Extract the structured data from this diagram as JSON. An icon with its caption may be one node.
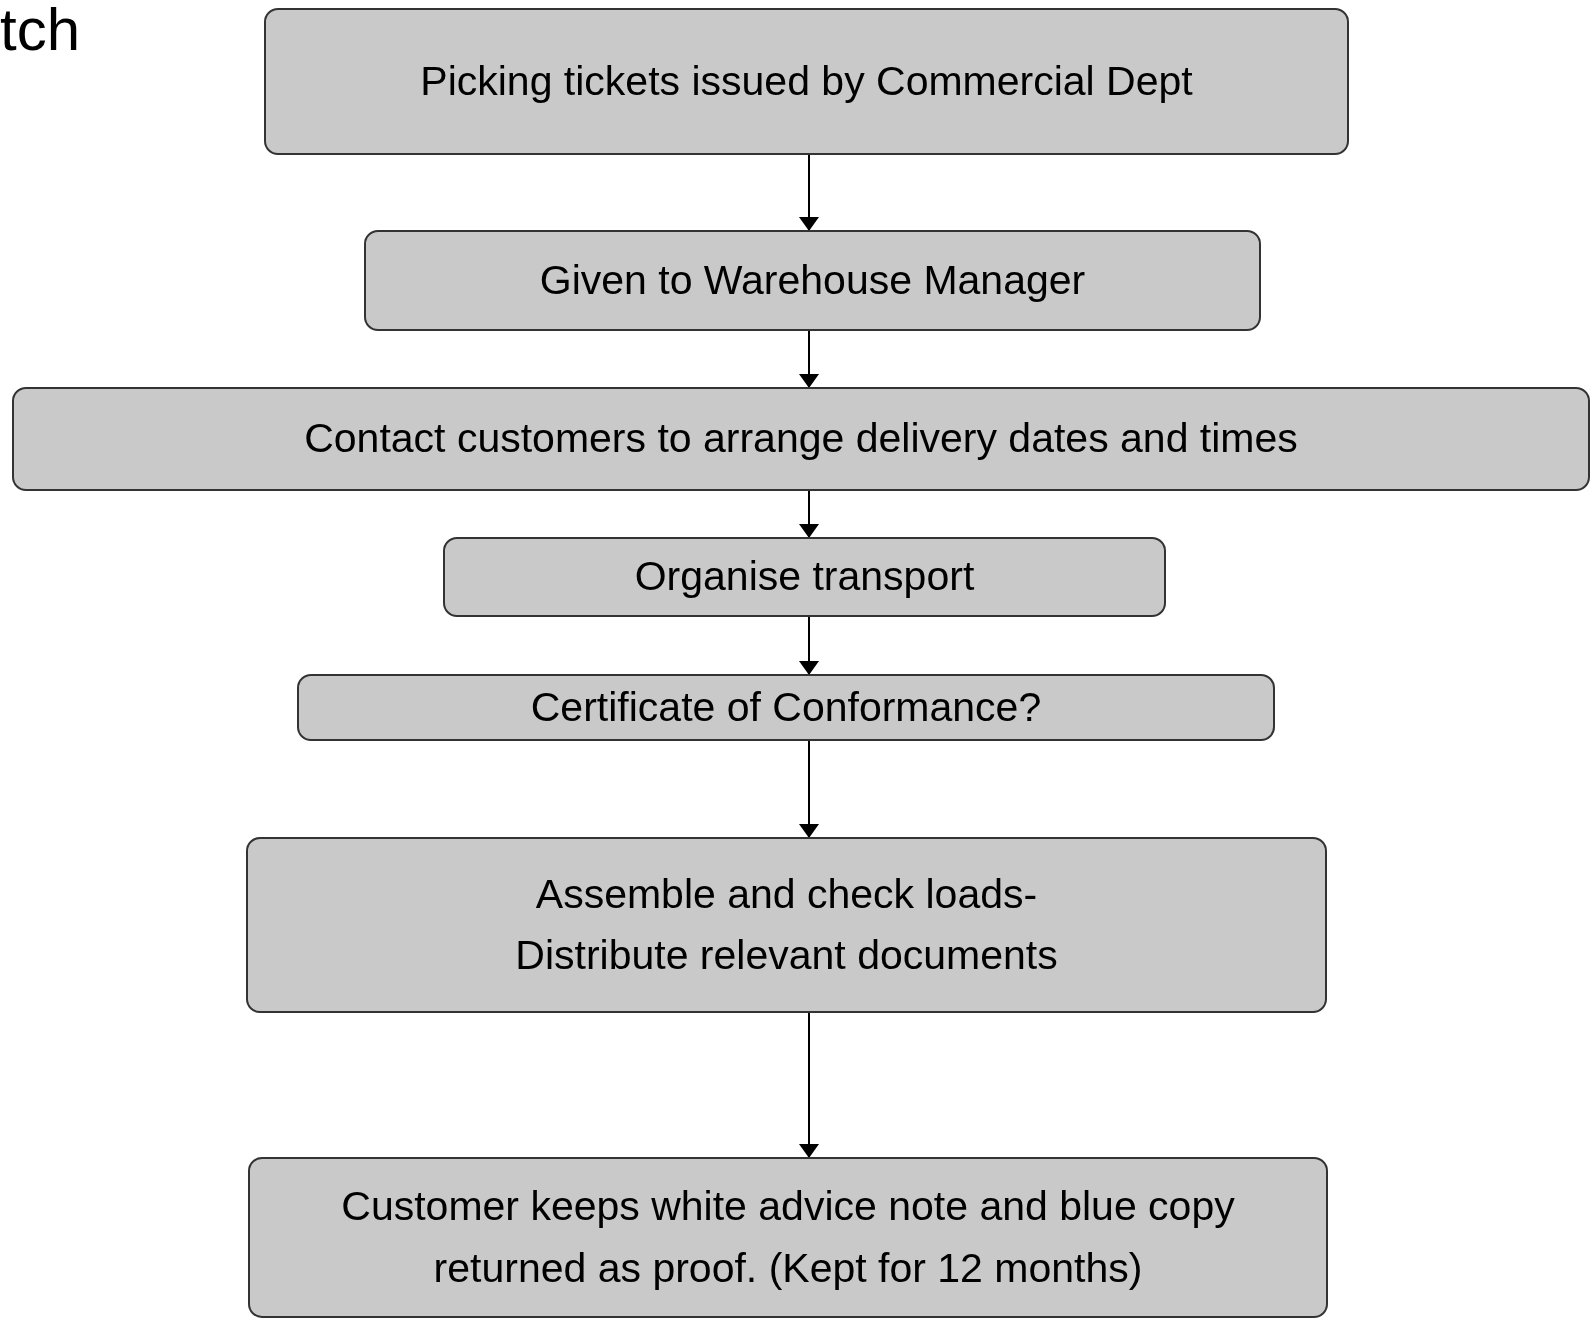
{
  "diagram": {
    "title": "tch",
    "nodes": [
      {
        "text": [
          "Picking tickets issued by Commercial Dept"
        ]
      },
      {
        "text": [
          "Given to Warehouse Manager"
        ]
      },
      {
        "text": [
          "Contact customers to arrange delivery dates and times"
        ]
      },
      {
        "text": [
          "Organise transport"
        ]
      },
      {
        "text": [
          "Certificate of Conformance?"
        ]
      },
      {
        "text": [
          "Assemble and check loads- Distribute relevant documents"
        ]
      },
      {
        "text": [
          "Customer keeps white advice note and blue copy returned as proof. (Kept for 12 months)"
        ]
      }
    ],
    "edges": [
      {
        "from": 0,
        "to": 1,
        "arrow": "to"
      },
      {
        "from": 1,
        "to": 2,
        "arrow": "to"
      },
      {
        "from": 2,
        "to": 3,
        "arrow": "to"
      },
      {
        "from": 3,
        "to": 4,
        "arrow": "to"
      },
      {
        "from": 4,
        "to": 5,
        "arrow": "to"
      },
      {
        "from": 5,
        "to": 6,
        "arrow": "to"
      }
    ]
  }
}
